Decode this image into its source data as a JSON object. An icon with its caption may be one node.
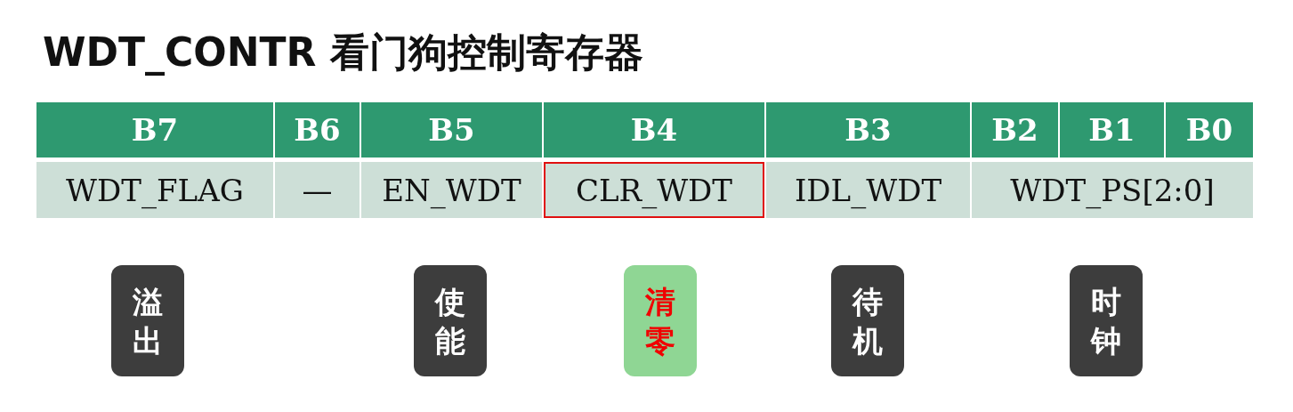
{
  "diagram": {
    "title": "WDT_CONTR 看门狗控制寄存器",
    "nodes": [
      {
        "text": [
          "溢出"
        ]
      },
      {
        "text": [
          "使能"
        ]
      },
      {
        "text": [
          "清零"
        ]
      },
      {
        "text": [
          "待机"
        ]
      },
      {
        "text": [
          "时钟"
        ]
      }
    ],
    "labels": [
      "B7",
      "B6",
      "B5",
      "B4",
      "B3",
      "B2",
      "B1",
      "B0",
      "WDT_FLAG",
      "—",
      "EN_WDT",
      "CLR_WDT",
      "IDL_WDT",
      "WDT_PS[2:0]"
    ]
  }
}
